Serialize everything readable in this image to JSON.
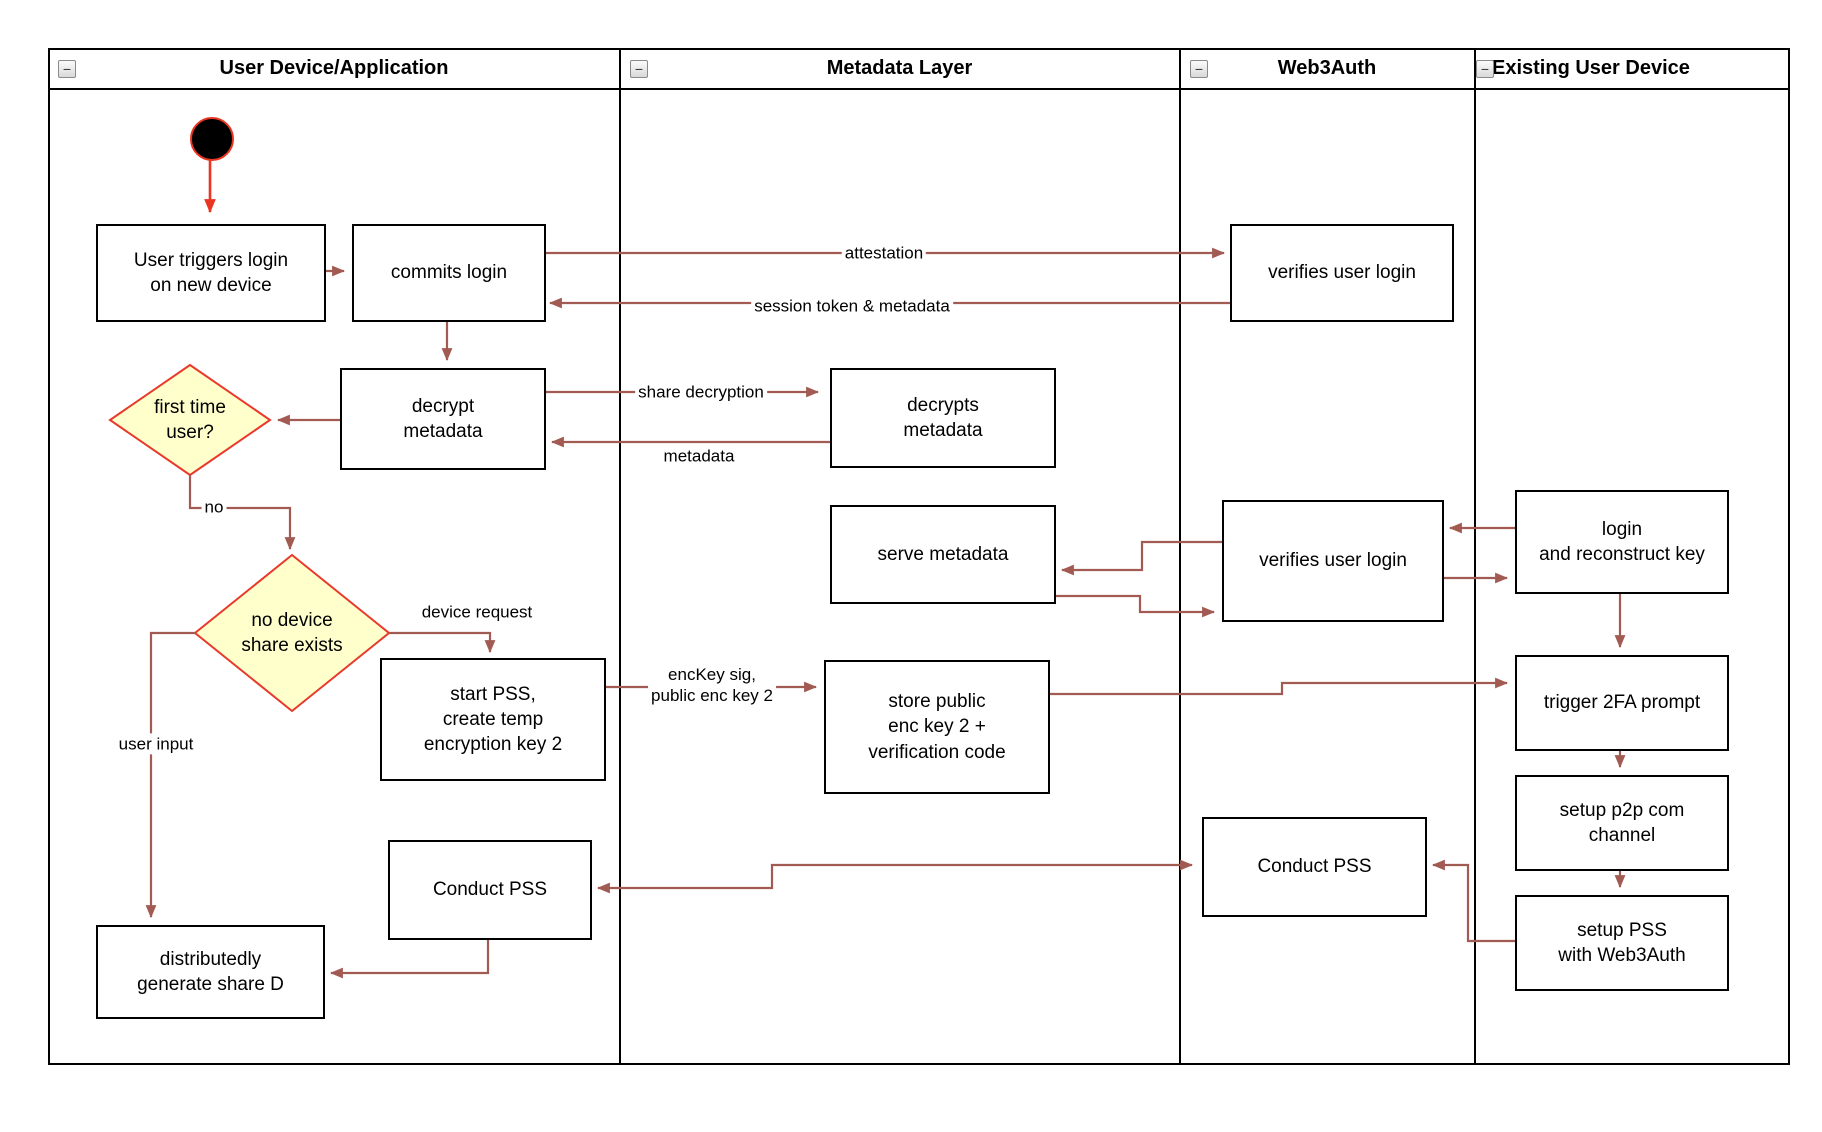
{
  "diagram": {
    "collapse_glyph": "−",
    "lanes": [
      {
        "label": "User Device/Application"
      },
      {
        "label": "Metadata Layer"
      },
      {
        "label": "Web3Auth"
      },
      {
        "label": "Existing User Device"
      }
    ],
    "nodes": {
      "start": {
        "label": ""
      },
      "user_triggers": {
        "label": "User triggers login\non new device"
      },
      "commits_login": {
        "label": "commits login"
      },
      "verifies_login_1": {
        "label": "verifies user login"
      },
      "decrypt_metadata": {
        "label": "decrypt\nmetadata"
      },
      "first_time_user": {
        "label": "first time\nuser?"
      },
      "decrypts_metadata": {
        "label": "decrypts\nmetadata"
      },
      "serve_metadata": {
        "label": "serve metadata"
      },
      "verifies_login_2": {
        "label": "verifies user login"
      },
      "login_reconstruct": {
        "label": "login\nand reconstruct key"
      },
      "no_device_share": {
        "label": "no device\nshare exists"
      },
      "start_pss": {
        "label": "start PSS,\ncreate temp\nencryption key 2"
      },
      "store_public": {
        "label": "store public\nenc key 2 +\nverification code"
      },
      "trigger_2fa": {
        "label": "trigger 2FA prompt"
      },
      "setup_p2p": {
        "label": "setup p2p com\nchannel"
      },
      "setup_pss": {
        "label": "setup PSS\nwith Web3Auth"
      },
      "conduct_pss_left": {
        "label": "Conduct PSS"
      },
      "conduct_pss_right": {
        "label": "Conduct PSS"
      },
      "distributedly": {
        "label": "distributedly\ngenerate share D"
      }
    },
    "edge_labels": {
      "attestation": "attestation",
      "session": "session token & metadata",
      "share_decryption": "share decryption",
      "metadata": "metadata",
      "no": "no",
      "device_request": "device request",
      "user_input": "user input",
      "enckey": "encKey sig,\npublic enc key 2"
    },
    "colors": {
      "arrow": "#a25b53",
      "accent_red": "#ea3522",
      "diamond_fill": "#ffffcc",
      "diamond_border": "#e8392a"
    }
  }
}
